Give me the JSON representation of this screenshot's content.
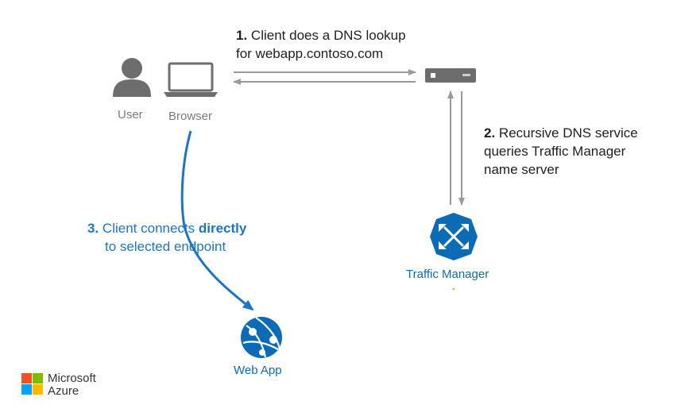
{
  "steps": {
    "step1": {
      "number": "1.",
      "line1": "Client does a DNS lookup",
      "line2": "for webapp.contoso.com"
    },
    "step2": {
      "number": "2.",
      "line1": "Recursive DNS service",
      "line2": "queries Traffic Manager",
      "line3": "name server"
    },
    "step3": {
      "number": "3.",
      "line1_pre": "Client connects ",
      "line1_bold": "directly",
      "line2": "to selected endpoint"
    }
  },
  "nodes": {
    "user": "User",
    "browser": "Browser",
    "traffic_manager": "Traffic Manager",
    "web_app": "Web App"
  },
  "brand": {
    "line1": "Microsoft",
    "line2": "Azure"
  },
  "colors": {
    "arrow_gray": "#9a9a9a",
    "step3_blue": "#1b75c4",
    "azure_blue": "#0b6cb5",
    "ms_red": "#f25022",
    "ms_green": "#7fba00",
    "ms_blue": "#00a4ef",
    "ms_yellow": "#ffb900"
  }
}
